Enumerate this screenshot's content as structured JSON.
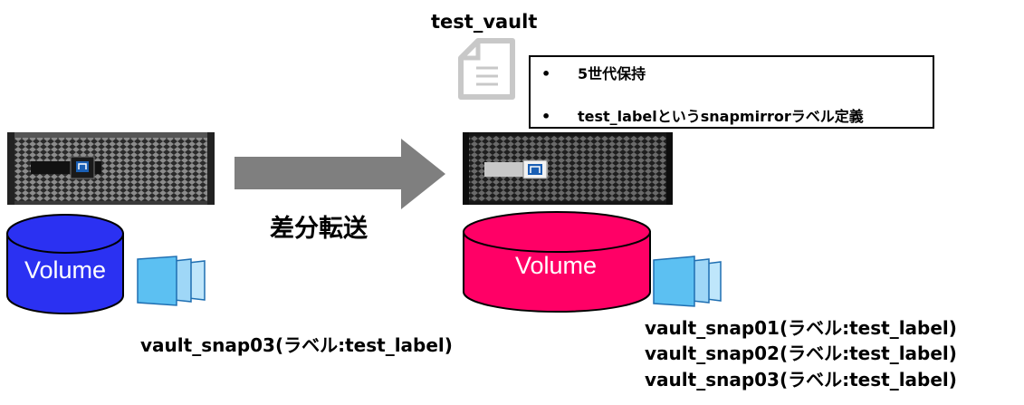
{
  "policy": {
    "name": "test_vault",
    "rules": [
      "5世代保持",
      "test_labelというsnapmirrorラベル定義"
    ],
    "bullet": "•"
  },
  "transfer": {
    "label": "差分転送"
  },
  "source": {
    "volume_label": "Volume",
    "volume_color": "#2b31f2",
    "snapshots": [
      "vault_snap03(ラベル:test_label)"
    ]
  },
  "destination": {
    "volume_label": "Volume",
    "volume_color": "#ff0066",
    "snapshots": [
      "vault_snap01(ラベル:test_label)",
      "vault_snap02(ラベル:test_label)",
      "vault_snap03(ラベル:test_label)"
    ]
  },
  "icons": {
    "policy_document": "document-icon",
    "storage_system": "storage-array-icon",
    "snapshot": "snapshot-stack-icon",
    "arrow": "arrow-right-icon"
  }
}
